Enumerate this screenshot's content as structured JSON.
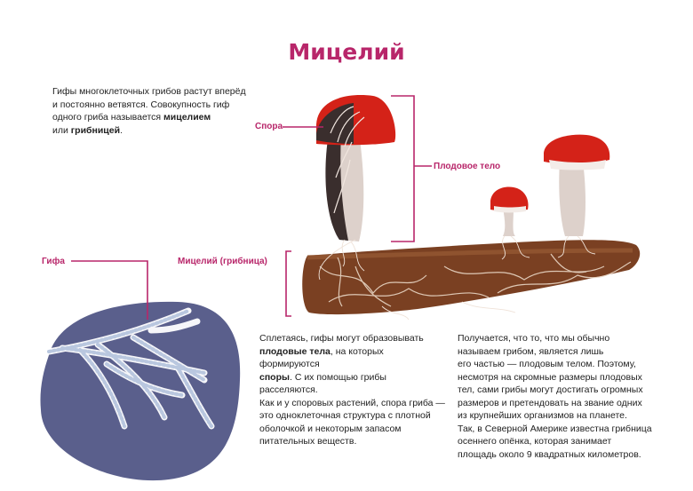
{
  "title": "Мицелий",
  "intro": {
    "l1": "Гифы многоклеточных грибов растут вперёд",
    "l2": "и постоянно ветвятся. Совокупность гиф",
    "l3a": "одного гриба называется ",
    "l3b": "мицелием",
    "l4a": "или ",
    "l4b": "грибницей",
    "l4c": "."
  },
  "labels": {
    "spore": "Спора",
    "fruit_body": "Плодовое тело",
    "hypha": "Гифа",
    "mycelium": "Мицелий (грибница)"
  },
  "middle": {
    "l1": "Сплетаясь, гифы могут образовывать",
    "l2a": "плодовые тела",
    "l2b": ", на которых формируются",
    "l3a": "споры",
    "l3b": ". С их помощью грибы расселяются.",
    "l4": "Как и у споровых растений, спора гриба —",
    "l5": "это одноклеточная структура с плотной",
    "l6": "оболочкой и некоторым запасом",
    "l7": "питательных веществ."
  },
  "right": {
    "l1": "Получается, что то, что мы обычно",
    "l2": "называем грибом, является лишь",
    "l3": "его частью — плодовым телом. Поэтому,",
    "l4": "несмотря на скромные размеры плодовых",
    "l5": "тел, сами грибы могут достигать огромных",
    "l6": "размеров и претендовать на звание одних",
    "l7": "из крупнейших организмов на планете.",
    "l8": "Так, в Северной Америке известна грибница",
    "l9": "осеннего опёнка, которая занимает",
    "l10": "площадь около 9 квадратных километров."
  },
  "colors": {
    "accent": "#b8266a",
    "cap_red": "#d42218",
    "stem": "#ddd1cb",
    "log": "#7a4022",
    "hyphae": "#efe2d8",
    "blob": "#5a5f8c"
  }
}
